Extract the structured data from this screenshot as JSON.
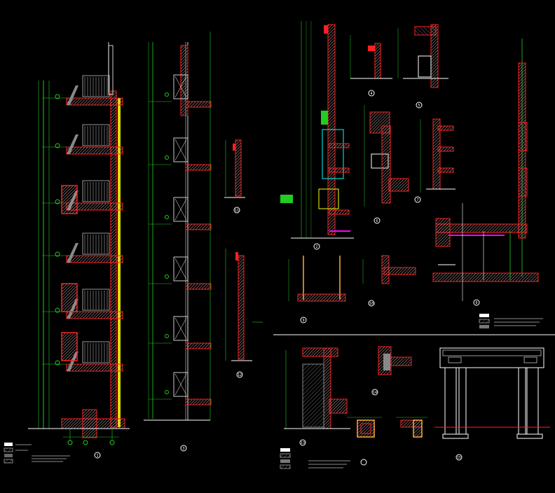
{
  "colors": {
    "background": "#000000",
    "wall": "#ff2020",
    "hatch": "#c8a0a0",
    "dim": "#22cc22",
    "line": "#ffffff",
    "accent_yellow": "#ffff00",
    "accent_cyan": "#00ffff",
    "accent_magenta": "#ff00ff",
    "accent_blue": "#3366ff"
  },
  "details": [
    {
      "id": "detail-1",
      "label": "1"
    },
    {
      "id": "detail-2",
      "label": "2"
    },
    {
      "id": "detail-3",
      "label": "3"
    },
    {
      "id": "detail-4",
      "label": "4"
    },
    {
      "id": "detail-5",
      "label": "5"
    },
    {
      "id": "detail-6",
      "label": "6"
    },
    {
      "id": "detail-7",
      "label": "7"
    },
    {
      "id": "detail-8",
      "label": "8"
    },
    {
      "id": "detail-9",
      "label": "9"
    },
    {
      "id": "detail-10",
      "label": "10"
    },
    {
      "id": "detail-11",
      "label": "11"
    },
    {
      "id": "detail-12",
      "label": "12"
    },
    {
      "id": "detail-13",
      "label": "13"
    },
    {
      "id": "detail-14",
      "label": "14"
    },
    {
      "id": "detail-15",
      "label": "15"
    }
  ]
}
